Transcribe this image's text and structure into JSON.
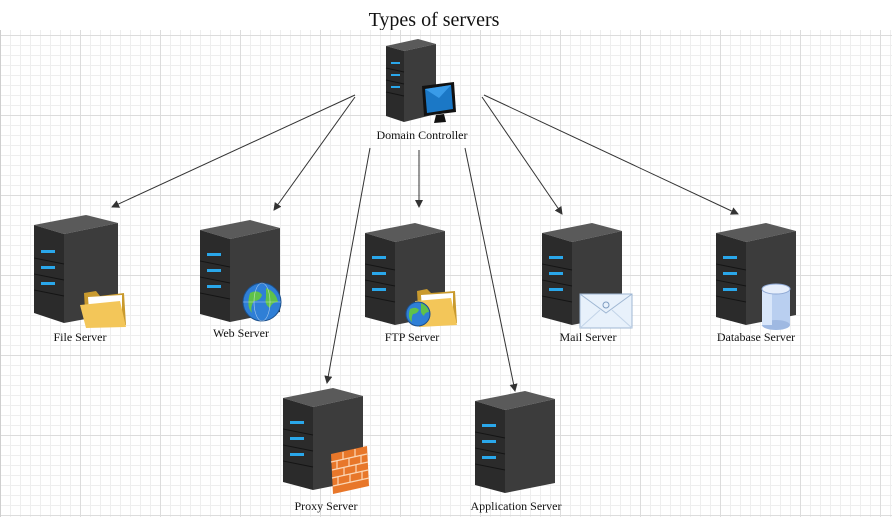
{
  "title": "Types of servers",
  "nodes": {
    "domain_controller": {
      "label": "Domain Controller",
      "icon": "monitor-icon"
    },
    "file_server": {
      "label": "File Server",
      "icon": "folder-icon"
    },
    "web_server": {
      "label": "Web Server",
      "icon": "globe-icon"
    },
    "ftp_server": {
      "label": "FTP Server",
      "icon": "folder-globe-icon"
    },
    "mail_server": {
      "label": "Mail Server",
      "icon": "envelope-icon"
    },
    "database_server": {
      "label": "Database Server",
      "icon": "database-icon"
    },
    "proxy_server": {
      "label": "Proxy Server",
      "icon": "firewall-icon"
    },
    "application_server": {
      "label": "Application Server",
      "icon": ""
    }
  },
  "colors": {
    "server_front": "#3a3a3a",
    "server_side": "#1e1e1e",
    "server_top": "#555555",
    "led": "#29a6e8",
    "edge": "#333333"
  }
}
